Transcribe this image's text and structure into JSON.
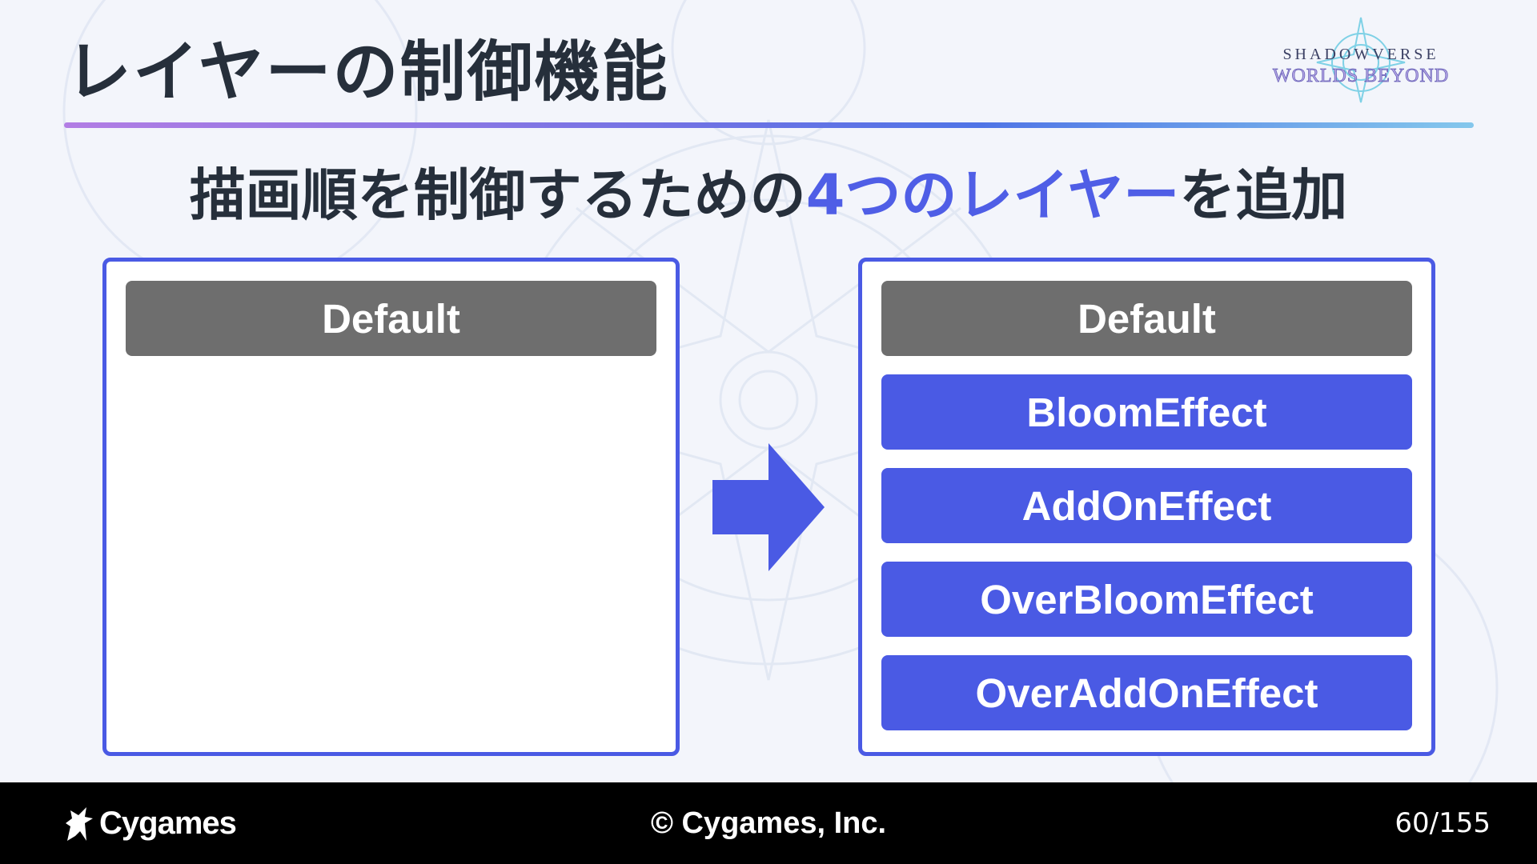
{
  "slide": {
    "title": "レイヤーの制御機能",
    "subtitle_prefix": "描画順を制御するための",
    "subtitle_accent": "4つのレイヤー",
    "subtitle_suffix": "を追加"
  },
  "logo": {
    "line1": "SHADOWVERSE",
    "line2": "WORLDS BEYOND"
  },
  "before_panel": {
    "layers": [
      "Default"
    ]
  },
  "after_panel": {
    "layers": [
      "Default",
      "BloomEffect",
      "AddOnEffect",
      "OverBloomEffect",
      "OverAddOnEffect"
    ]
  },
  "footer": {
    "brand": "Cygames",
    "copyright": "© Cygames, Inc.",
    "page_number": "60/155"
  },
  "colors": {
    "accent": "#4a5ae4",
    "default_layer": "#6e6e6e",
    "text": "#262f3b",
    "footer_bg": "#000000"
  },
  "icons": {
    "arrow": "right-arrow-icon",
    "brand": "cygames-logo-icon"
  }
}
